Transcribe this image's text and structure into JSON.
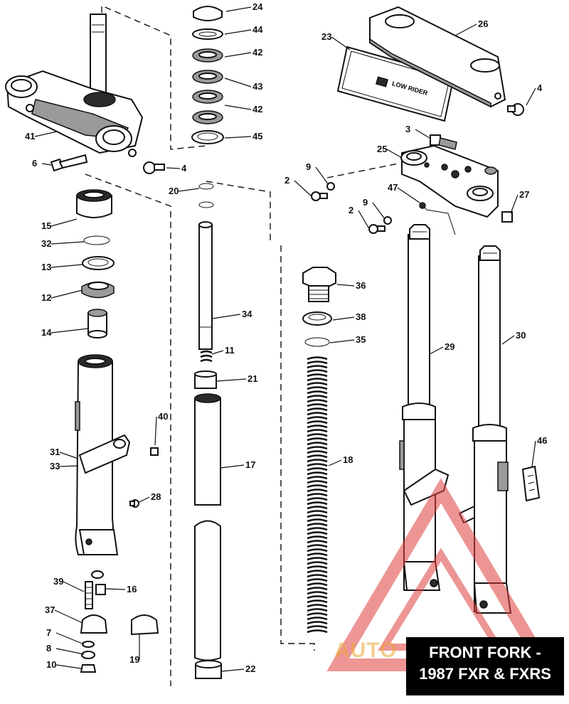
{
  "diagram": {
    "title_line1": "FRONT FORK -",
    "title_line2": "1987 FXR & FXRS",
    "decal_text": "LOW RIDER",
    "watermark_text": "AUTO"
  },
  "callouts": [
    "24",
    "44",
    "42",
    "43",
    "42",
    "45",
    "26",
    "23",
    "4",
    "41",
    "6",
    "4",
    "3",
    "25",
    "9",
    "2",
    "20",
    "47",
    "27",
    "9",
    "2",
    "15",
    "32",
    "13",
    "36",
    "12",
    "34",
    "38",
    "14",
    "35",
    "11",
    "29",
    "30",
    "21",
    "40",
    "31",
    "33",
    "17",
    "18",
    "46",
    "28",
    "39",
    "16",
    "37",
    "7",
    "8",
    "10",
    "19",
    "22"
  ],
  "colors": {
    "line": "#111111",
    "shade": "#9a9a9a",
    "title_bg": "#000000",
    "title_text": "#ffffff",
    "watermark_red": "#e04040",
    "watermark_orange": "#e9a832"
  }
}
